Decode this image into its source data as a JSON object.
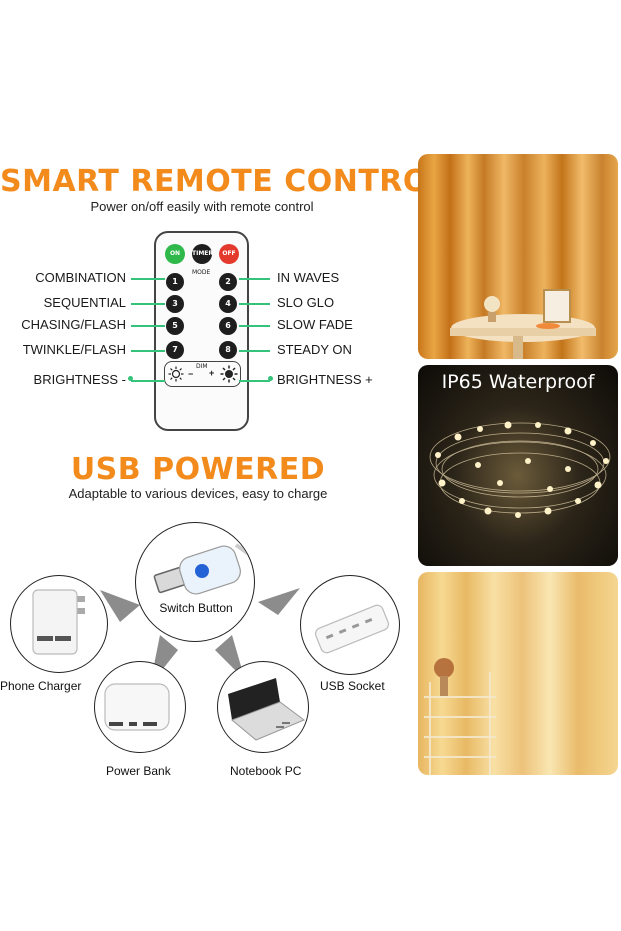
{
  "remote_section": {
    "title": "SMART REMOTE CONTROL",
    "subtitle": "Power on/off easily with remote control",
    "top_buttons": [
      "ON",
      "TIMER",
      "OFF"
    ],
    "mode_label": "MODE",
    "dim_label": "DIM",
    "minus": "−",
    "plus": "+",
    "buttons": [
      "1",
      "2",
      "3",
      "4",
      "5",
      "6",
      "7",
      "8"
    ],
    "left_labels": [
      "COMBINATION",
      "SEQUENTIAL",
      "CHASING/FLASH",
      "TWINKLE/FLASH",
      "BRIGHTNESS -"
    ],
    "right_labels": [
      "IN WAVES",
      "SLO GLO",
      "SLOW FADE",
      "STEADY ON",
      "BRIGHTNESS +"
    ]
  },
  "usb_section": {
    "title": "USB POWERED",
    "subtitle": "Adaptable to various devices, easy to charge",
    "switch_label": "Switch Button",
    "devices": [
      "Phone Charger",
      "USB Socket",
      "Power Bank",
      "Notebook PC"
    ]
  },
  "photos": {
    "waterproof_label": "IP65 Waterproof"
  },
  "colors": {
    "accent": "#f28a1c",
    "connector": "#35c27a",
    "on_button": "#2fb94a",
    "off_button": "#e43a2e"
  }
}
